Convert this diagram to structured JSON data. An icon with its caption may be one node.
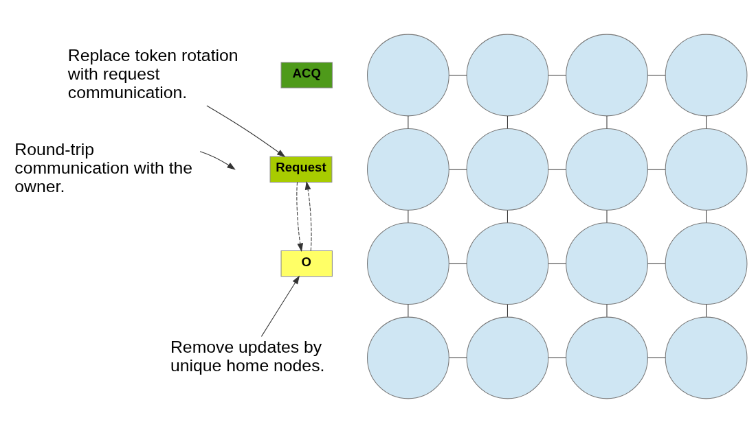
{
  "diagram": {
    "nodes": [
      {
        "text": [],
        "shape": "circle"
      },
      {
        "text": [],
        "shape": "circle"
      },
      {
        "text": [],
        "shape": "circle"
      },
      {
        "text": [],
        "shape": "circle"
      },
      {
        "text": [],
        "shape": "circle"
      },
      {
        "text": [],
        "shape": "circle"
      },
      {
        "text": [],
        "shape": "circle"
      },
      {
        "text": [],
        "shape": "circle"
      },
      {
        "text": [],
        "shape": "circle"
      },
      {
        "text": [],
        "shape": "circle"
      },
      {
        "text": [],
        "shape": "circle"
      },
      {
        "text": [],
        "shape": "circle"
      },
      {
        "text": [],
        "shape": "circle"
      },
      {
        "text": [],
        "shape": "circle"
      },
      {
        "text": [],
        "shape": "circle"
      },
      {
        "text": [],
        "shape": "circle"
      },
      {
        "text": [
          "ACQ"
        ]
      },
      {
        "text": [
          "Request"
        ]
      },
      {
        "text": [
          "O"
        ]
      },
      {
        "text": [
          "Replace token rotation with request communication."
        ]
      },
      {
        "text": [
          "Round-trip communication with the owner."
        ]
      },
      {
        "text": [
          "Remove updates by unique home nodes."
        ]
      }
    ],
    "edges": [
      {
        "from": 0,
        "to": 1,
        "arrow": "none"
      },
      {
        "from": 1,
        "to": 2,
        "arrow": "none"
      },
      {
        "from": 2,
        "to": 3,
        "arrow": "none"
      },
      {
        "from": 4,
        "to": 5,
        "arrow": "none"
      },
      {
        "from": 5,
        "to": 6,
        "arrow": "none"
      },
      {
        "from": 6,
        "to": 7,
        "arrow": "none"
      },
      {
        "from": 8,
        "to": 9,
        "arrow": "none"
      },
      {
        "from": 9,
        "to": 10,
        "arrow": "none"
      },
      {
        "from": 10,
        "to": 11,
        "arrow": "none"
      },
      {
        "from": 12,
        "to": 13,
        "arrow": "none"
      },
      {
        "from": 13,
        "to": 14,
        "arrow": "none"
      },
      {
        "from": 14,
        "to": 15,
        "arrow": "none"
      },
      {
        "from": 0,
        "to": 4,
        "arrow": "none"
      },
      {
        "from": 4,
        "to": 8,
        "arrow": "none"
      },
      {
        "from": 8,
        "to": 12,
        "arrow": "none"
      },
      {
        "from": 1,
        "to": 5,
        "arrow": "none"
      },
      {
        "from": 5,
        "to": 9,
        "arrow": "none"
      },
      {
        "from": 9,
        "to": 13,
        "arrow": "none"
      },
      {
        "from": 2,
        "to": 6,
        "arrow": "none"
      },
      {
        "from": 6,
        "to": 10,
        "arrow": "none"
      },
      {
        "from": 10,
        "to": 14,
        "arrow": "none"
      },
      {
        "from": 3,
        "to": 7,
        "arrow": "none"
      },
      {
        "from": 7,
        "to": 11,
        "arrow": "none"
      },
      {
        "from": 11,
        "to": 15,
        "arrow": "none"
      },
      {
        "from": 18,
        "to": 17,
        "arrow": "to",
        "style": "dashed"
      },
      {
        "from": 17,
        "to": 18,
        "arrow": "to",
        "style": "dashed"
      },
      {
        "from": 19,
        "to": 17,
        "arrow": "to"
      },
      {
        "from": 20,
        "to": null,
        "arrow": "to"
      },
      {
        "from": 21,
        "to": 18,
        "arrow": "to"
      }
    ]
  }
}
